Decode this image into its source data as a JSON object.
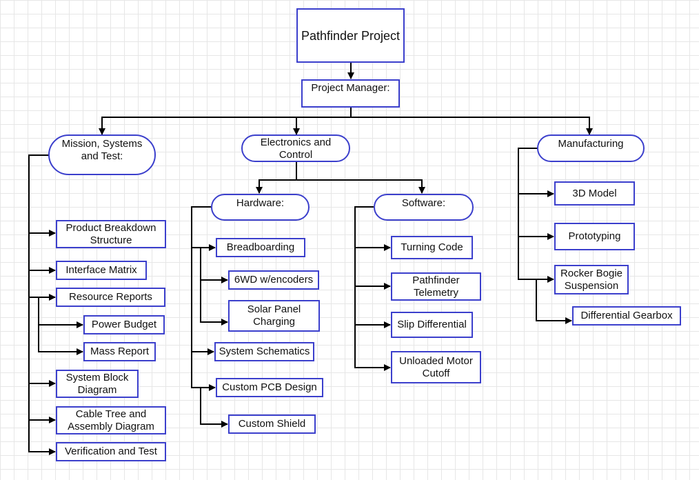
{
  "diagram": {
    "root": "Pathfinder Project",
    "manager": "Project Manager:",
    "mission": {
      "title": "Mission, Systems and Test:",
      "items": {
        "pbs": "Product Breakdown Structure",
        "interface": "Interface Matrix",
        "resource": "Resource Reports",
        "power": "Power Budget",
        "mass": "Mass Report",
        "block": "System Block Diagram",
        "cable": "Cable Tree and Assembly Diagram",
        "verification": "Verification and Test"
      }
    },
    "electronics": {
      "title": "Electronics and Control",
      "hardware": {
        "title": "Hardware:",
        "items": {
          "breadboarding": "Breadboarding",
          "wd": "6WD w/encoders",
          "solar": "Solar Panel Charging",
          "schematics": "System Schematics",
          "pcb": "Custom PCB Design",
          "shield": "Custom Shield"
        }
      },
      "software": {
        "title": "Software:",
        "items": {
          "turning": "Turning Code",
          "telemetry": "Pathfinder Telemetry",
          "slip": "Slip Differential",
          "unloaded": "Unloaded Motor Cutoff"
        }
      }
    },
    "manufacturing": {
      "title": "Manufacturing",
      "items": {
        "model": "3D Model",
        "prototyping": "Prototyping",
        "rocker": "Rocker Bogie Suspension",
        "gearbox": "Differential Gearbox"
      }
    }
  }
}
